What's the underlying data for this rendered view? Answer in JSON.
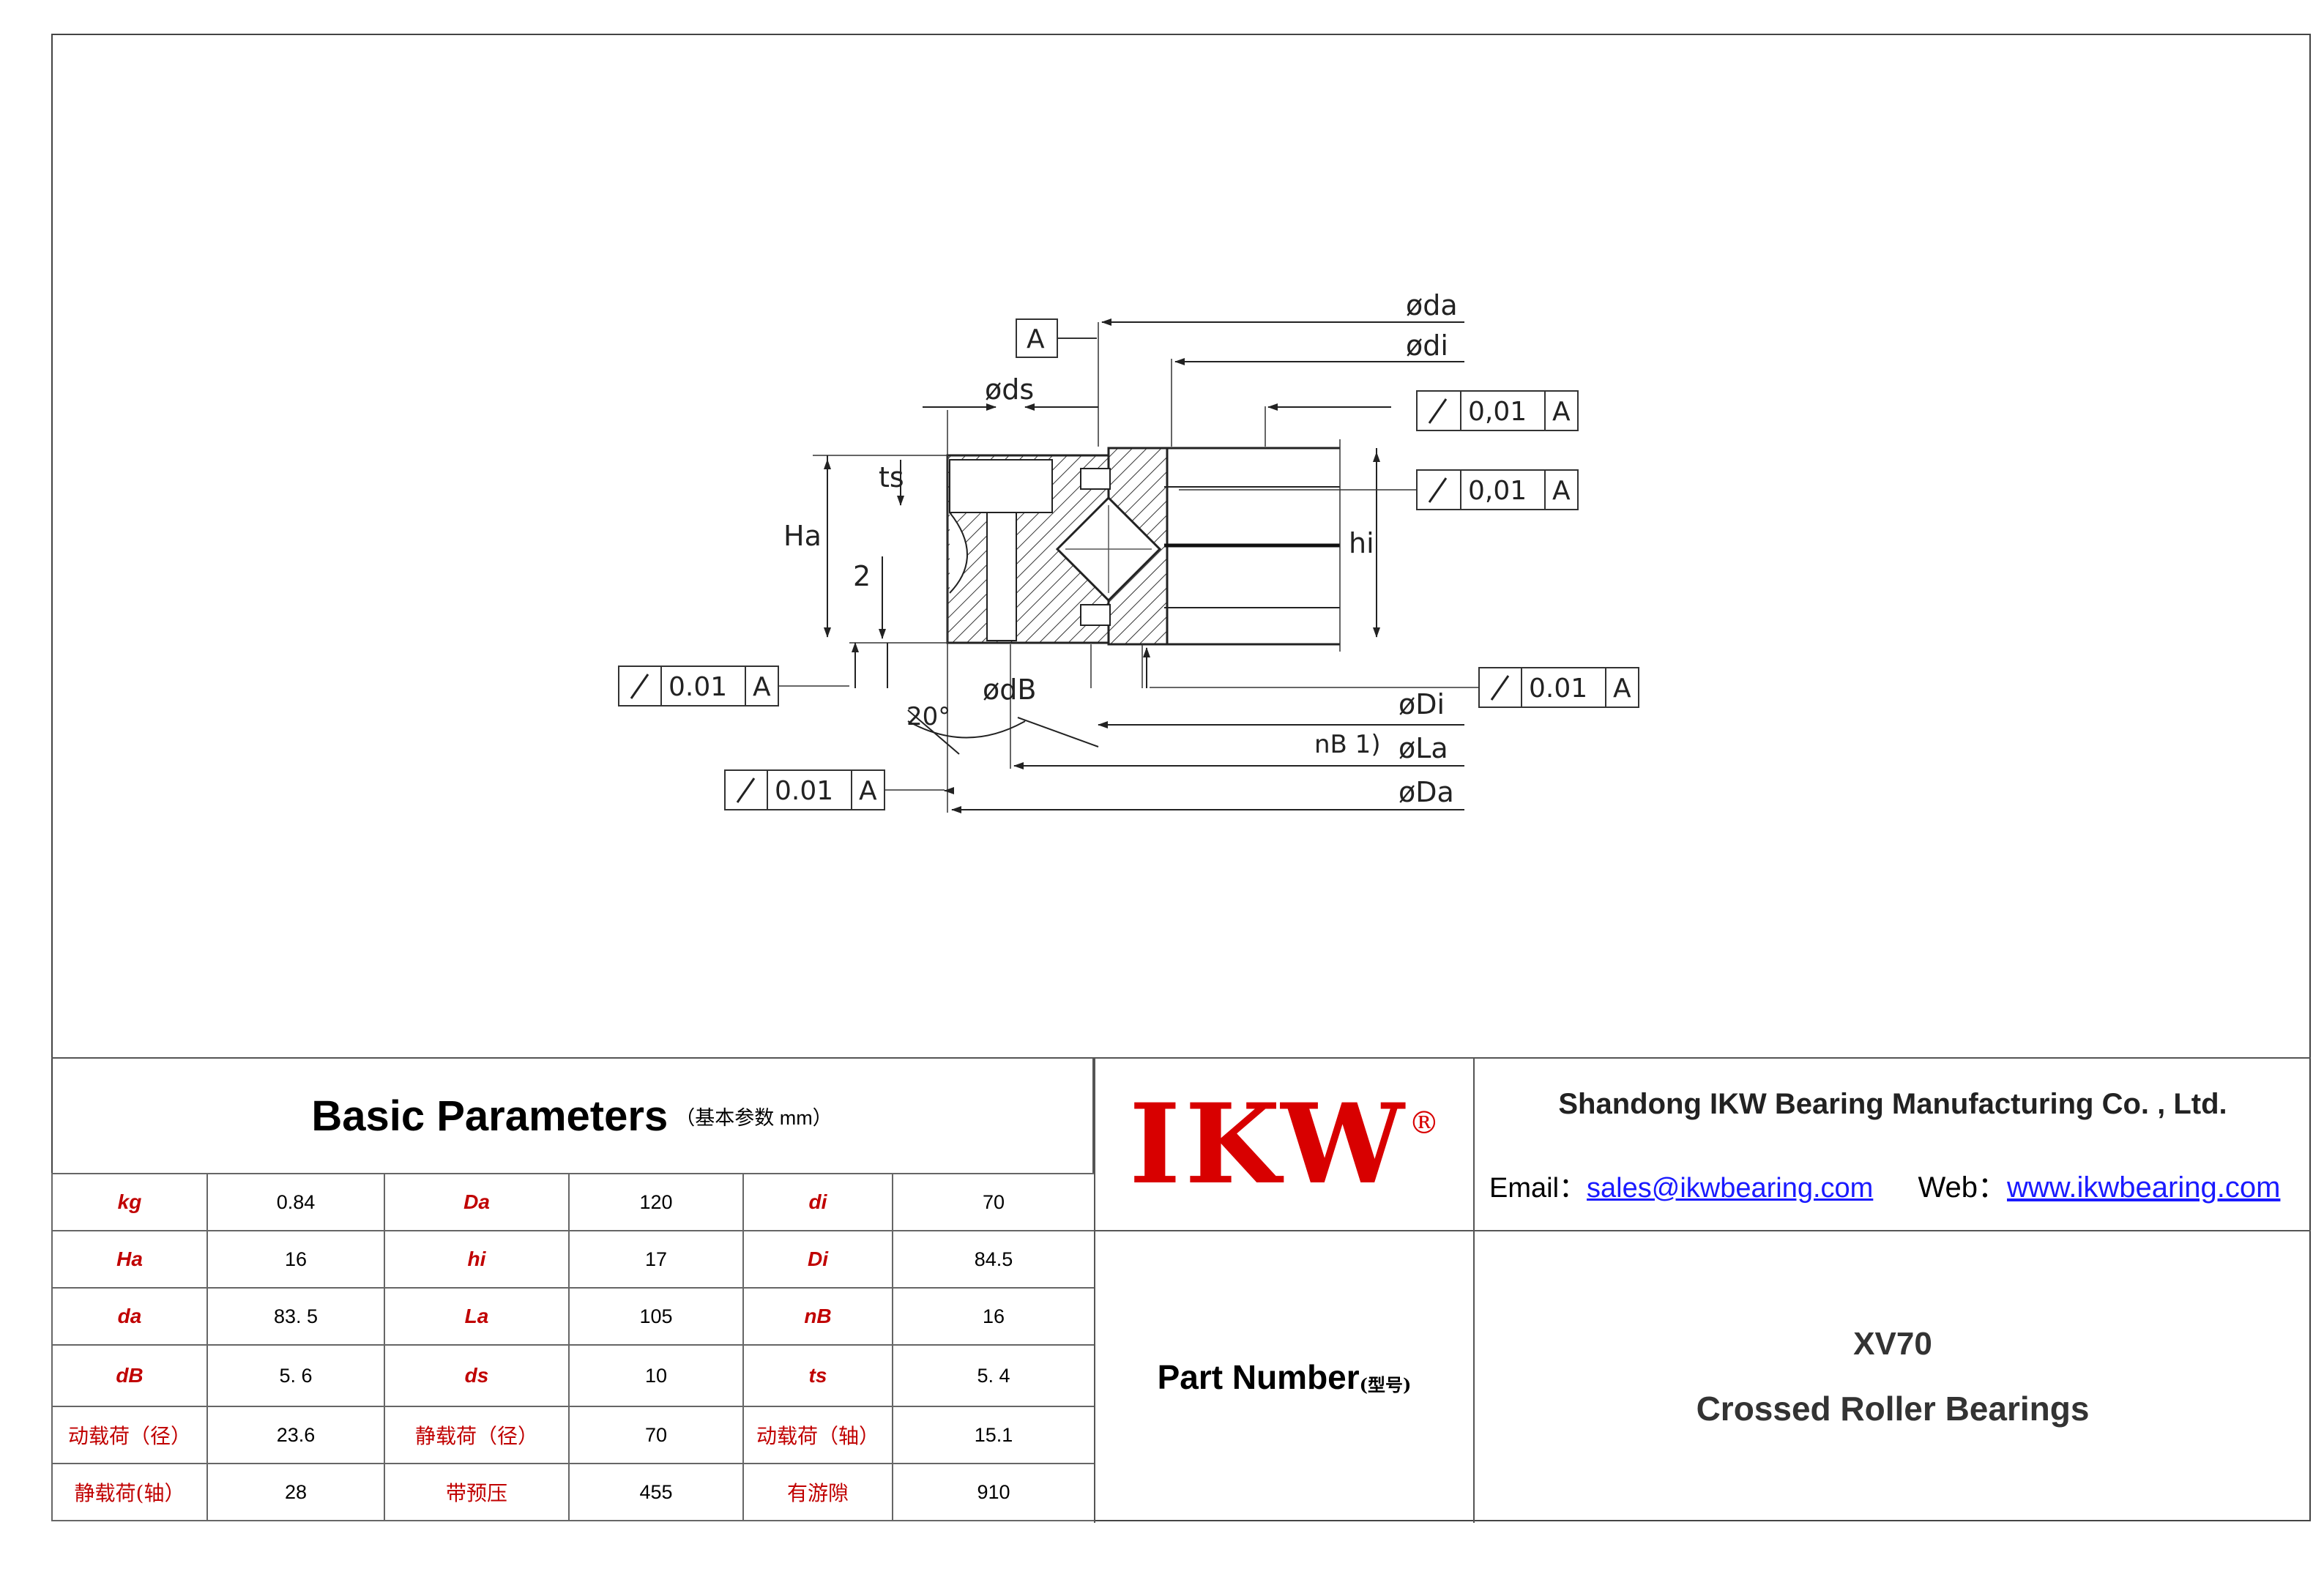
{
  "drawing": {
    "datum_label": "A",
    "tolerance_value": "0,01",
    "tolerance_value_alt": "0.01",
    "datum_ref": "A",
    "dims": {
      "da": "øda",
      "di": "ødi",
      "ds": "øds",
      "dB": "ødB",
      "Di": "øDi",
      "La": "øLa",
      "Da": "øDa",
      "nB": "nB 1)",
      "Ha": "Ha",
      "hi": "hi",
      "ts": "ts",
      "two": "2",
      "angle": "20°"
    }
  },
  "params": {
    "title": "Basic Parameters",
    "subtitle": "（基本参数 mm）",
    "rows": [
      [
        {
          "k": "kg",
          "v": "0.84"
        },
        {
          "k": "Da",
          "v": "120"
        },
        {
          "k": "di",
          "v": "70"
        }
      ],
      [
        {
          "k": "Ha",
          "v": "16"
        },
        {
          "k": "hi",
          "v": "17"
        },
        {
          "k": "Di",
          "v": "84.5"
        }
      ],
      [
        {
          "k": "da",
          "v": "83. 5"
        },
        {
          "k": "La",
          "v": "105"
        },
        {
          "k": "nB",
          "v": "16"
        }
      ],
      [
        {
          "k": "dB",
          "v": "5. 6"
        },
        {
          "k": "ds",
          "v": "10"
        },
        {
          "k": "ts",
          "v": "5. 4"
        }
      ],
      [
        {
          "k": "动载荷（径）",
          "v": "23.6"
        },
        {
          "k": "静载荷（径）",
          "v": "70"
        },
        {
          "k": "动载荷（轴）",
          "v": "15.1"
        }
      ],
      [
        {
          "k": "静载荷(轴）",
          "v": "28"
        },
        {
          "k": "带预压",
          "v": "455"
        },
        {
          "k": "有游隙",
          "v": "910"
        }
      ]
    ]
  },
  "logo": {
    "text": "IKW",
    "reg": "®"
  },
  "company": {
    "name": "Shandong IKW Bearing Manufacturing Co. , Ltd.",
    "email_label": "Email：",
    "email": "sales@ikwbearing.com",
    "web_label": "Web：",
    "web": "www.ikwbearing.com"
  },
  "part": {
    "label": "Part Number",
    "label_cn": "(型号)",
    "number": "XV70",
    "description": "Crossed Roller Bearings"
  },
  "colors": {
    "logo": "#d80000",
    "param_key": "#c00000",
    "link": "#1a1aff"
  }
}
